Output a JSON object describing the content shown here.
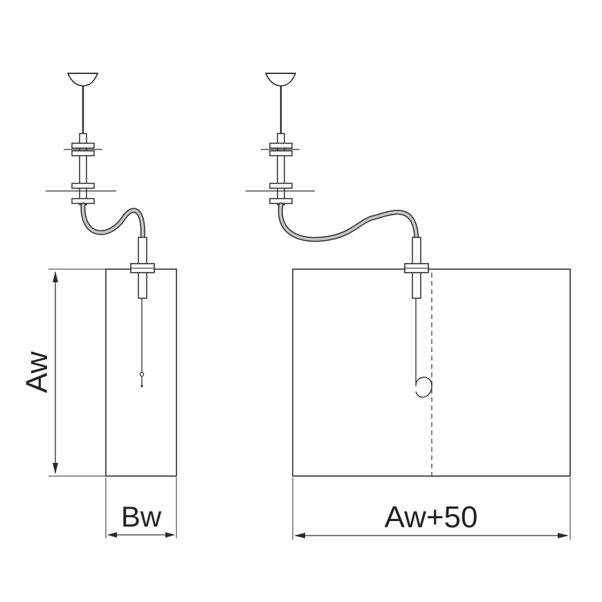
{
  "labels": {
    "height_dimension": "Aw",
    "side_width_dimension": "Bw",
    "front_width_dimension": "Aw+50"
  },
  "colors": {
    "line": "#2a2a2a",
    "fill": "#ffffff",
    "cable": "#b9b9b9",
    "dashed": "#666666"
  }
}
